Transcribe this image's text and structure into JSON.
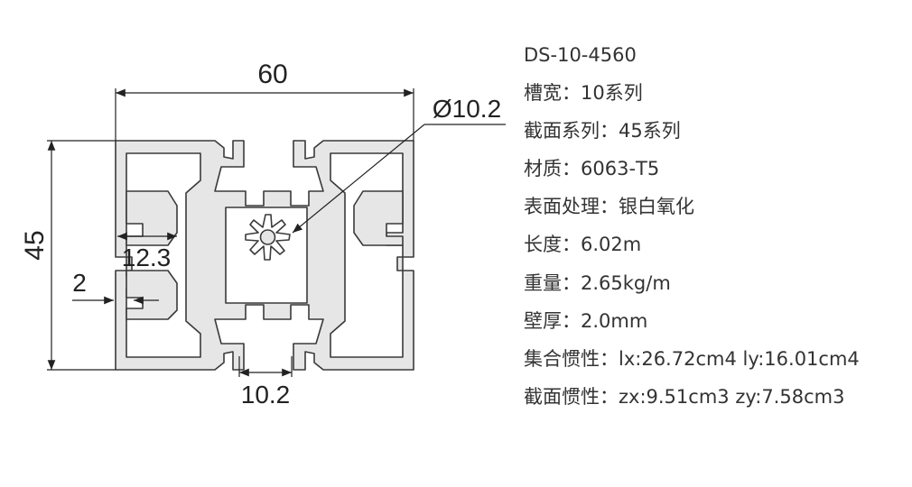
{
  "drawing": {
    "dim_width": "60",
    "dim_height": "45",
    "dim_slot_inner": "12.3",
    "dim_wall": "2",
    "dim_slot_opening": "10.2",
    "dim_center_hole": "Ø10.2"
  },
  "specs": {
    "model": "DS-10-4560",
    "slot_width": {
      "label": "槽宽：",
      "value": "10系列"
    },
    "section_series": {
      "label": "截面系列：",
      "value": "45系列"
    },
    "material": {
      "label": "材质：",
      "value": "6063-T5"
    },
    "surface_treatment": {
      "label": "表面处理：",
      "value": "银白氧化"
    },
    "length": {
      "label": "长度：",
      "value": "6.02m"
    },
    "weight": {
      "label": "重量：",
      "value": "2.65kg/m"
    },
    "wall_thickness": {
      "label": "壁厚：",
      "value": "2.0mm"
    },
    "moment_of_inertia": {
      "label": "集合惯性：",
      "value": "lx:26.72cm4 ly:16.01cm4"
    },
    "section_modulus": {
      "label": "截面惯性：",
      "value": "zx:9.51cm3 zy:7.58cm3"
    }
  },
  "colors": {
    "profile_fill": "#e6e6e6",
    "profile_stroke": "#3a3a3a",
    "text": "#222222"
  }
}
